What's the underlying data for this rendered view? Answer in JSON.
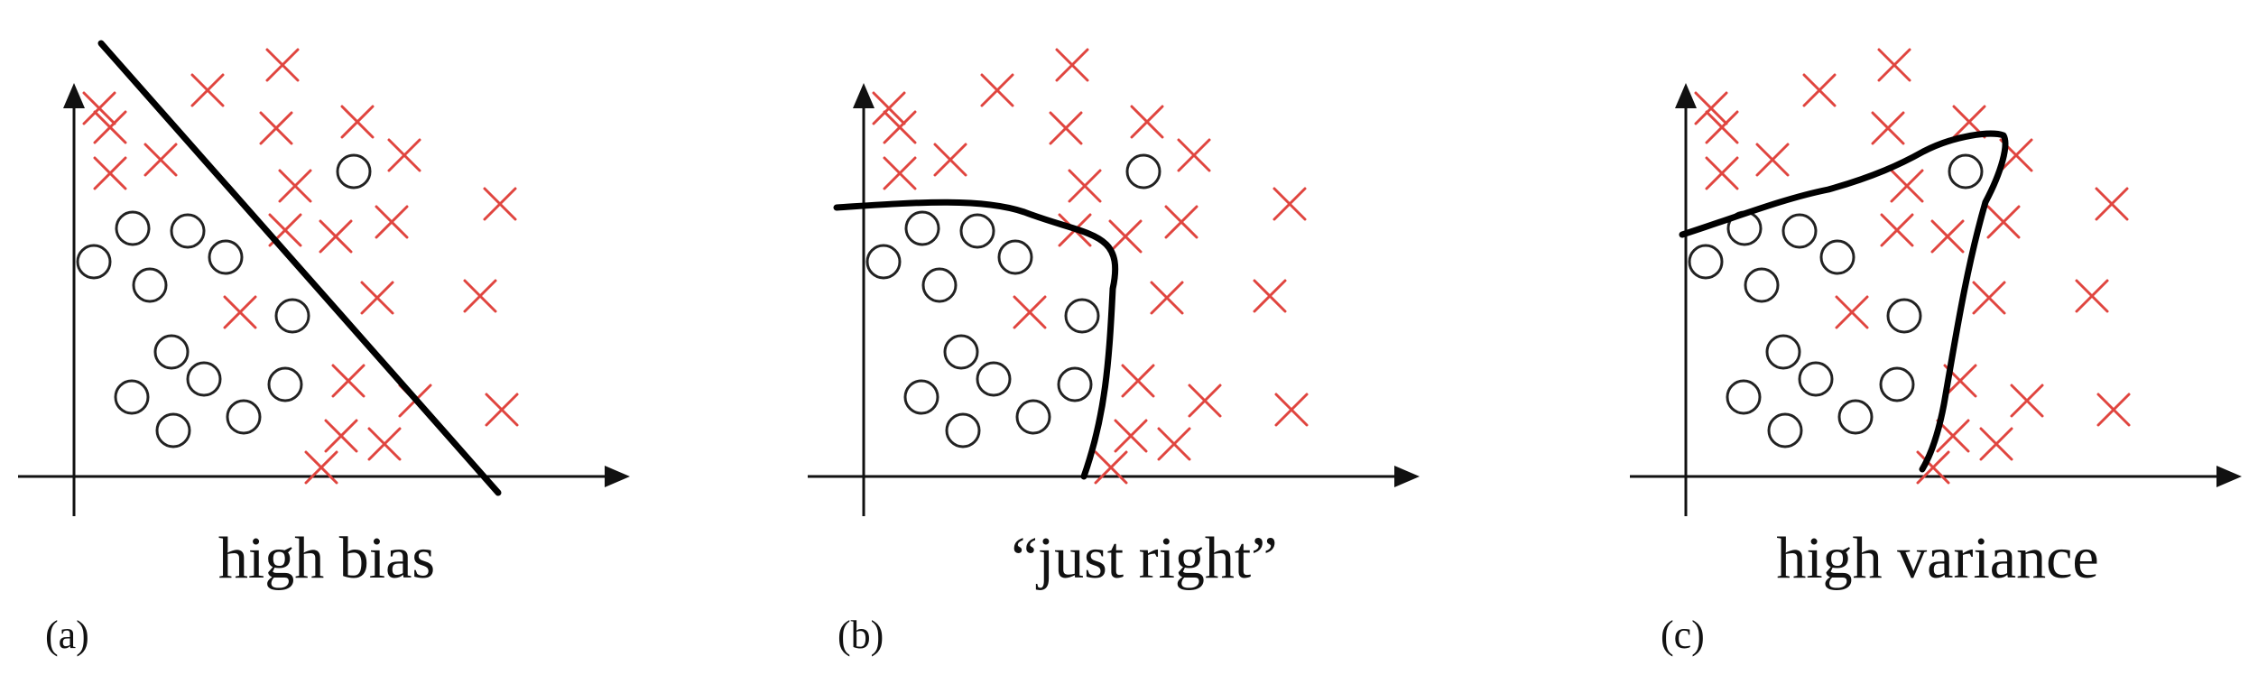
{
  "panels": [
    {
      "tag": "(a)",
      "title": "high bias"
    },
    {
      "tag": "(b)",
      "title": "“just right”"
    },
    {
      "tag": "(c)",
      "title": "high variance"
    }
  ],
  "colors": {
    "cross": "#e0453f",
    "circle": "#222222",
    "boundary": "#000000",
    "axis": "#111111"
  }
}
